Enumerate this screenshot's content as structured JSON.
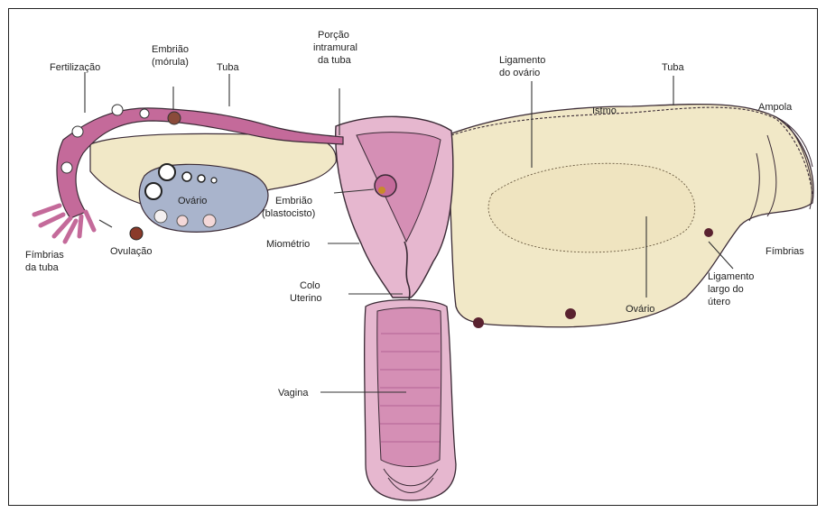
{
  "labels": {
    "fertilizacao": "Fertilização",
    "embriao_morula_1": "Embrião",
    "embriao_morula_2": "(mórula)",
    "tuba_left": "Tuba",
    "porcao_1": "Porção",
    "porcao_2": "intramural",
    "porcao_3": "da tuba",
    "ligamento_ovario_1": "Ligamento",
    "ligamento_ovario_2": "do ovário",
    "tuba_right": "Tuba",
    "istmo": "Istmo",
    "ampola": "Ampola",
    "ovario_left": "Ovário",
    "embriao_blast_1": "Embrião",
    "embriao_blast_2": "(blastocisto)",
    "miometrio": "Miométrio",
    "colo_1": "Colo",
    "colo_2": "Uterino",
    "vagina": "Vagina",
    "fimbrias_tuba_1": "Fímbrias",
    "fimbrias_tuba_2": "da tuba",
    "ovulacao": "Ovulação",
    "fimbrias_right": "Fímbrias",
    "ligamento_largo_1": "Ligamento",
    "ligamento_largo_2": "largo do",
    "ligamento_largo_3": "útero",
    "ovario_right": "Ovário"
  },
  "colors": {
    "tube_pink": "#c46a9a",
    "uterus_light": "#e6b7cf",
    "uterus_mid": "#d58fb5",
    "ligament_cream": "#f1e8c7",
    "ovary_blue": "#a9b4cc",
    "outline": "#3a2a35"
  }
}
